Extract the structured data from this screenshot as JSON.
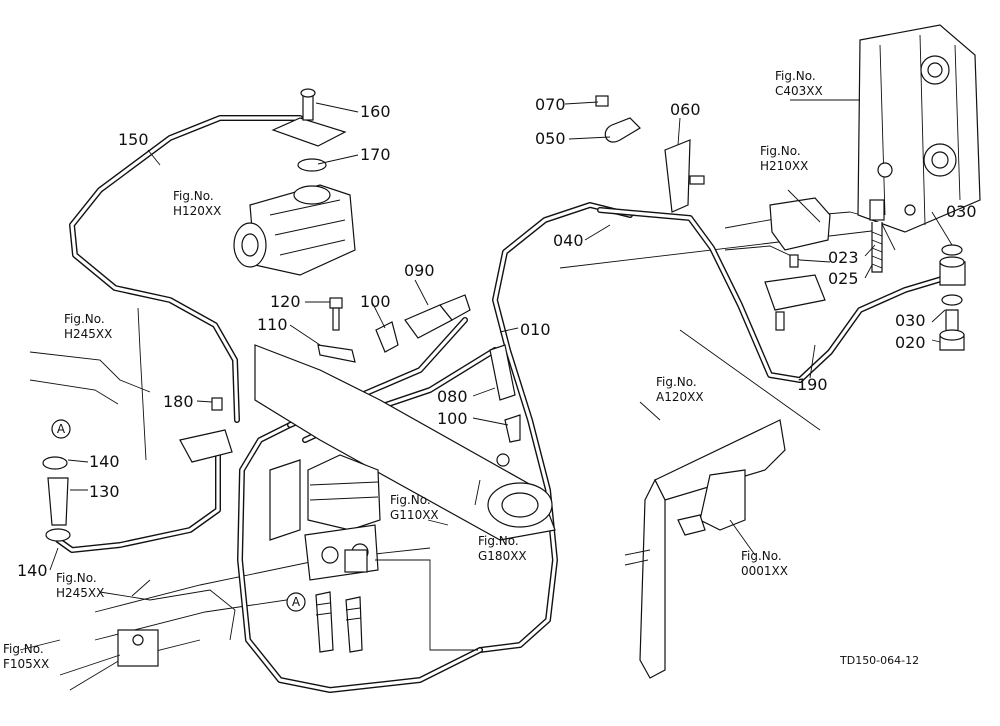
{
  "part_labels": {
    "p160": "160",
    "p150": "150",
    "p170": "170",
    "p070": "070",
    "p060": "060",
    "p050": "050",
    "p040": "040",
    "p090": "090",
    "p120": "120",
    "p100a": "100",
    "p110": "110",
    "p010": "010",
    "p180": "180",
    "p080": "080",
    "p100b": "100",
    "p140a": "140",
    "p130": "130",
    "p140b": "140",
    "p030a": "030",
    "p023": "023",
    "p025": "025",
    "p030b": "030",
    "p020": "020",
    "p190": "190"
  },
  "callout": {
    "letter_a": "A"
  },
  "fig_refs": {
    "h120": {
      "line1": "Fig.No.",
      "line2": "H120XX"
    },
    "h245a": {
      "line1": "Fig.No.",
      "line2": "H245XX"
    },
    "h245b": {
      "line1": "Fig.No.",
      "line2": "H245XX"
    },
    "f105": {
      "line1": "Fig.No.",
      "line2": "F105XX"
    },
    "g110": {
      "line1": "Fig.No.",
      "line2": "G110XX"
    },
    "g180": {
      "line1": "Fig.No.",
      "line2": "G180XX"
    },
    "c403": {
      "line1": "Fig.No.",
      "line2": "C403XX"
    },
    "h210": {
      "line1": "Fig.No.",
      "line2": "H210XX"
    },
    "a120": {
      "line1": "Fig.No.",
      "line2": "A120XX"
    },
    "p0001": {
      "line1": "Fig.No.",
      "line2": "0001XX"
    }
  },
  "drawing_code": "TD150-064-12"
}
